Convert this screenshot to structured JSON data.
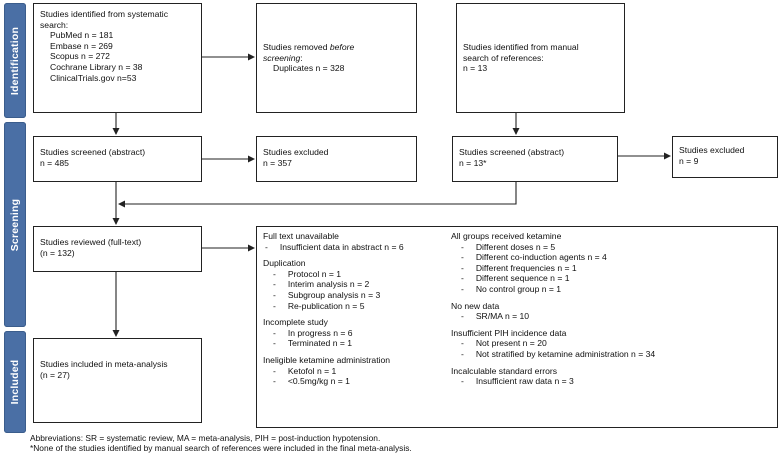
{
  "phases": {
    "identification": "Identification",
    "screening": "Screening",
    "included": "Included"
  },
  "systematic": {
    "title1": "Studies identified from systematic",
    "title2": "search:",
    "items": [
      "PubMed n = 181",
      "Embase n = 269",
      "Scopus n = 272",
      "Cochrane Library n = 38",
      "ClinicalTrials.gov n=53"
    ]
  },
  "removed": {
    "prefix": "Studies removed ",
    "em": "before",
    "em2": "screening",
    "suffix": ":",
    "item": "Duplicates n = 328"
  },
  "manual": {
    "l1": "Studies identified from manual",
    "l2": "search of references:",
    "l3": "n = 13"
  },
  "screened_left": {
    "l1": "Studies screened (abstract)",
    "l2": "n = 485"
  },
  "excluded_left": {
    "l1": "Studies excluded",
    "l2": "n = 357"
  },
  "screened_right": {
    "l1": "Studies screened (abstract)",
    "l2": "n = 13*"
  },
  "excluded_right": {
    "l1": "Studies excluded",
    "l2": "n = 9"
  },
  "reviewed": {
    "l1": "Studies reviewed (full-text)",
    "l2": "(n = 132)"
  },
  "included": {
    "l1": "Studies included in meta-analysis",
    "l2": "(n = 27)"
  },
  "exclusions": {
    "left": [
      {
        "heading": "Full text unavailable",
        "items": [
          "Insufficient data in abstract n = 6"
        ],
        "style": "dash-inline"
      },
      {
        "heading": "Duplication",
        "items": [
          "Protocol n = 1",
          "Interim analysis n = 2",
          "Subgroup analysis n = 3",
          "Re-publication n = 5"
        ],
        "style": "dash"
      },
      {
        "heading": "Incomplete study",
        "items": [
          "In progress n = 6",
          "Terminated n = 1"
        ],
        "style": "dash"
      },
      {
        "heading": "Ineligible ketamine administration",
        "items": [
          "Ketofol n = 1",
          "<0.5mg/kg n = 1"
        ],
        "style": "dash"
      }
    ],
    "right": [
      {
        "heading": "All groups received ketamine",
        "items": [
          "Different doses n = 5",
          "Different co-induction agents n = 4",
          "Different frequencies n = 1",
          "Different sequence n = 1",
          "No control group n = 1"
        ],
        "style": "dash"
      },
      {
        "heading": "No new data",
        "items": [
          "SR/MA n = 10"
        ],
        "style": "dash"
      },
      {
        "heading": "Insufficient PIH incidence data",
        "items": [
          "Not present n = 20",
          "Not stratified by ketamine administration n = 34"
        ],
        "style": "dash"
      },
      {
        "heading": "Incalculable standard errors",
        "items": [
          "Insufficient raw data n = 3"
        ],
        "style": "dash"
      }
    ]
  },
  "footer": {
    "l1": "Abbreviations: SR = systematic review, MA = meta-analysis, PIH = post-induction hypotension.",
    "l2": "*None of the studies identified by manual search of references were included in the final meta-analysis."
  }
}
